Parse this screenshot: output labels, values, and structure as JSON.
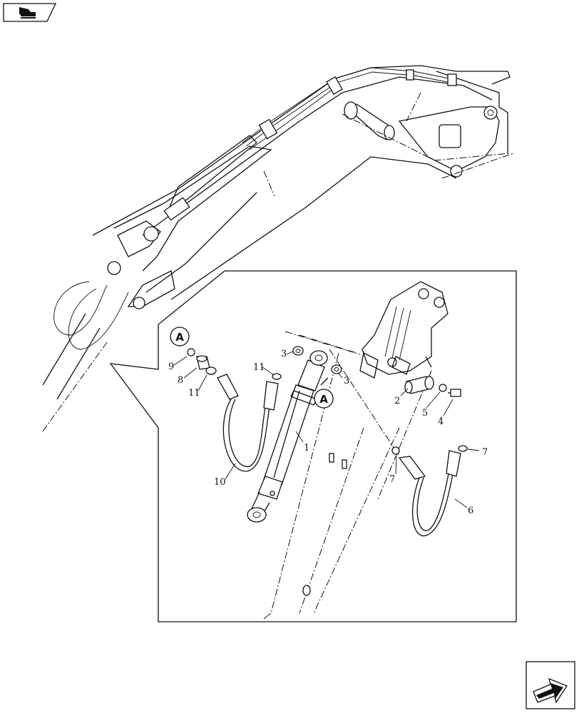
{
  "callouts": {
    "view_a_left": "A",
    "view_a_cyl": "A"
  },
  "parts": [
    {
      "id": "p1",
      "label": "1"
    },
    {
      "id": "p2",
      "label": "2"
    },
    {
      "id": "p3a",
      "label": "3"
    },
    {
      "id": "p3b",
      "label": "3"
    },
    {
      "id": "p4",
      "label": "4"
    },
    {
      "id": "p5",
      "label": "5"
    },
    {
      "id": "p6",
      "label": "6"
    },
    {
      "id": "p7a",
      "label": "7"
    },
    {
      "id": "p7b",
      "label": "7"
    },
    {
      "id": "p8",
      "label": "8"
    },
    {
      "id": "p9",
      "label": "9"
    },
    {
      "id": "p10",
      "label": "10"
    },
    {
      "id": "p11a",
      "label": "11"
    },
    {
      "id": "p11b",
      "label": "11"
    }
  ],
  "icons": {
    "top_left": "page-navigation-icon",
    "bottom_right": "next-page-arrow-icon"
  }
}
